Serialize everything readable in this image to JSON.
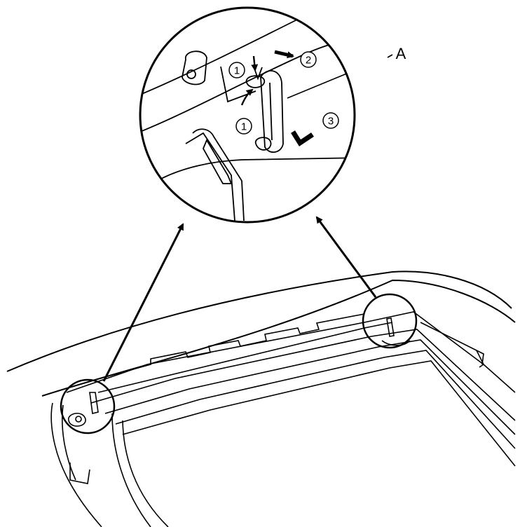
{
  "figure": {
    "callout_label": "A",
    "steps": [
      "1",
      "1",
      "2",
      "3"
    ],
    "colors": {
      "ink": "#000000",
      "paper": "#ffffff"
    }
  }
}
